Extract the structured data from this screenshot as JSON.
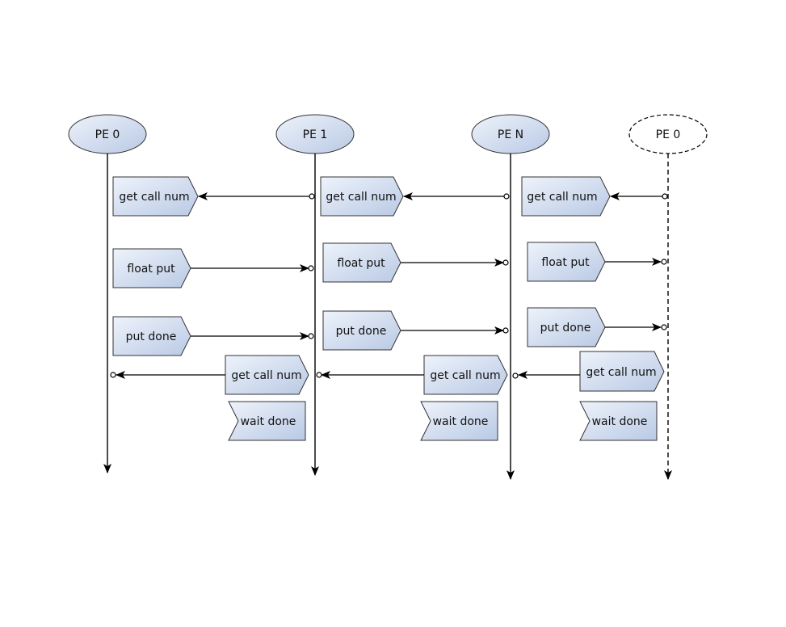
{
  "participants": [
    {
      "label": "PE 0",
      "style": "solid"
    },
    {
      "label": "PE 1",
      "style": "solid"
    },
    {
      "label": "PE N",
      "style": "solid"
    },
    {
      "label": "PE 0",
      "style": "dashed"
    }
  ],
  "steps": [
    {
      "label": "get call num",
      "shape": "tag-right",
      "direction": "left"
    },
    {
      "label": "float put",
      "shape": "tag-right",
      "direction": "right"
    },
    {
      "label": "put done",
      "shape": "tag-right",
      "direction": "right"
    },
    {
      "label": "get call num",
      "shape": "tag-right",
      "direction": "left"
    },
    {
      "label": "wait done",
      "shape": "notched-left",
      "direction": "none"
    }
  ],
  "colors": {
    "fill_light": "#eef3fb",
    "fill_dark": "#b9c9e4",
    "stroke": "#333333",
    "line": "#000000"
  }
}
